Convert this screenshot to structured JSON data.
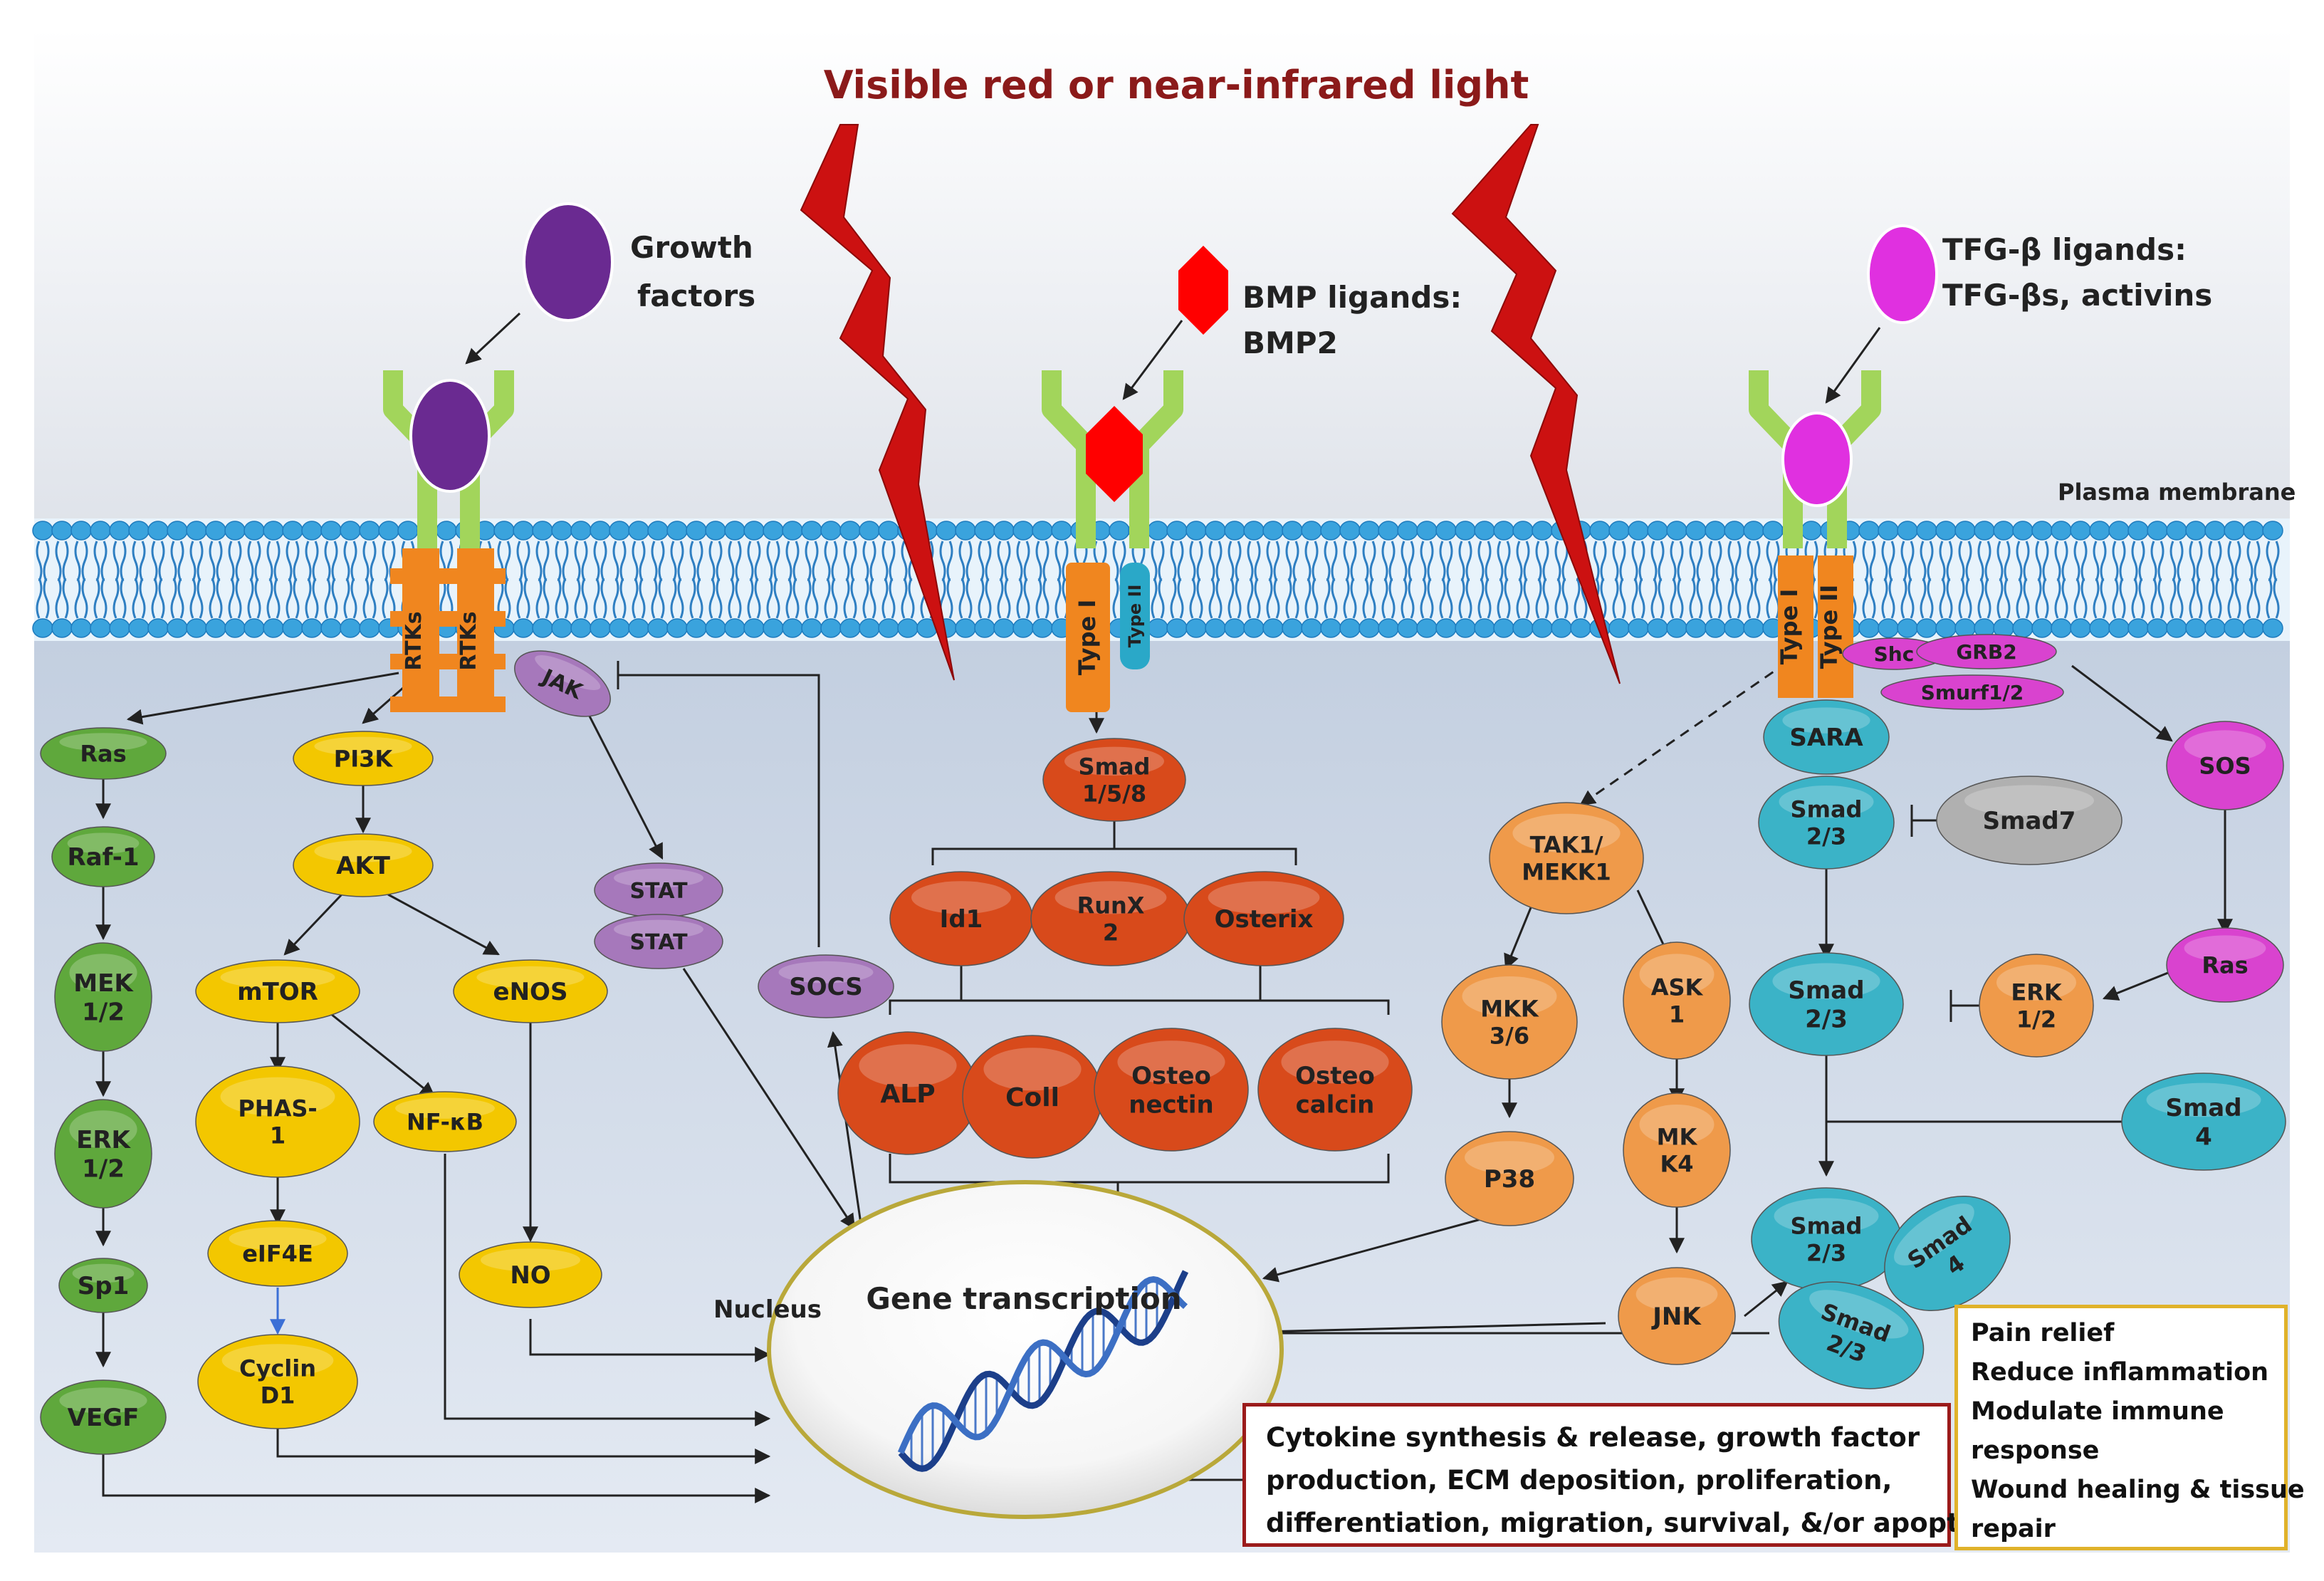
{
  "title": "Visible red or near-infrared light",
  "labels": {
    "growth_factors": [
      "Growth",
      "factors"
    ],
    "bmp_ligands": [
      "BMP ligands:",
      "BMP2"
    ],
    "tgf_ligands": [
      "TFG-β ligands:",
      "TFG-βs, activins"
    ],
    "plasma_membrane": "Plasma membrane",
    "nucleus": "Nucleus",
    "gene_transcription": "Gene transcription",
    "rtk1": "RTKs",
    "rtk2": "RTKs",
    "type1_bmp": "Type I",
    "type2_bmp": "Type II",
    "type1_tgf": "Type I",
    "type2_tgf": "Type II"
  },
  "nodes": {
    "ras_g": "Ras",
    "raf1": "Raf-1",
    "mek12": [
      "MEK",
      "1/2"
    ],
    "erk12_g": [
      "ERK",
      "1/2"
    ],
    "sp1": "Sp1",
    "vegf": "VEGF",
    "pi3k": "PI3K",
    "akt": "AKT",
    "mtor": "mTOR",
    "enos": "eNOS",
    "phas1": [
      "PHAS-",
      "1"
    ],
    "nfkb": "NF-κB",
    "eif4e": "eIF4E",
    "cyclin": [
      "Cyclin",
      "D1"
    ],
    "no": "NO",
    "jak": "JAK",
    "stat1": "STAT",
    "stat2": "STAT",
    "socs": "SOCS",
    "smad158": [
      "Smad",
      "1/5/8"
    ],
    "id1": "Id1",
    "runx2": [
      "RunX",
      "2"
    ],
    "osterix": "Osterix",
    "alp": "ALP",
    "coll": "Coll",
    "osteonectin": [
      "Osteo",
      "nectin"
    ],
    "osteocalcin": [
      "Osteo",
      "calcin"
    ],
    "tak1": [
      "TAK1/",
      "MEKK1"
    ],
    "mkk36": [
      "MKK",
      "3/6"
    ],
    "p38": "P38",
    "ask1": [
      "ASK",
      "1"
    ],
    "mkk4": [
      "MK",
      "K4"
    ],
    "jnk": "JNK",
    "shc": "Shc",
    "grb2": "GRB2",
    "smurf": "Smurf1/2",
    "sara": "SARA",
    "smad23a": [
      "Smad",
      "2/3"
    ],
    "smad7": "Smad7",
    "sos": "SOS",
    "smad23b": [
      "Smad",
      "2/3"
    ],
    "erk12_o": [
      "ERK",
      "1/2"
    ],
    "ras_m": "Ras",
    "smad4": [
      "Smad",
      "4"
    ],
    "smad23c": [
      "Smad",
      "2/3"
    ],
    "smad4b": [
      "Smad",
      "4"
    ],
    "smad23d": [
      "Smad",
      "2/3"
    ]
  },
  "effects_box": [
    "Cytokine synthesis & release, growth factor",
    "production, ECM deposition, proliferation,",
    "differentiation, migration, survival, &/or apoptosis"
  ],
  "outcomes_box": [
    "Pain relief",
    "Reduce inflammation",
    "Modulate immune",
    "response",
    "Wound healing & tissue",
    "repair"
  ],
  "colors": {
    "title": "#8b1a1a",
    "lightning": "#cc1111",
    "membrane": "#3aa3dd",
    "green": "#5fa83c",
    "yellow": "#f3c700",
    "purple": "#a678bb",
    "red_orange": "#d84a1b",
    "orange": "#ef9a4a",
    "cyan": "#3bb3c7",
    "magenta": "#d943cf",
    "grey": "#b0b0b0",
    "receptor_green": "#a2d55b",
    "receptor_orange": "#f0861f",
    "growth_factor": "#6a2a91",
    "effects_border": "#9b1b1b",
    "outcomes_border": "#e0b22a"
  }
}
